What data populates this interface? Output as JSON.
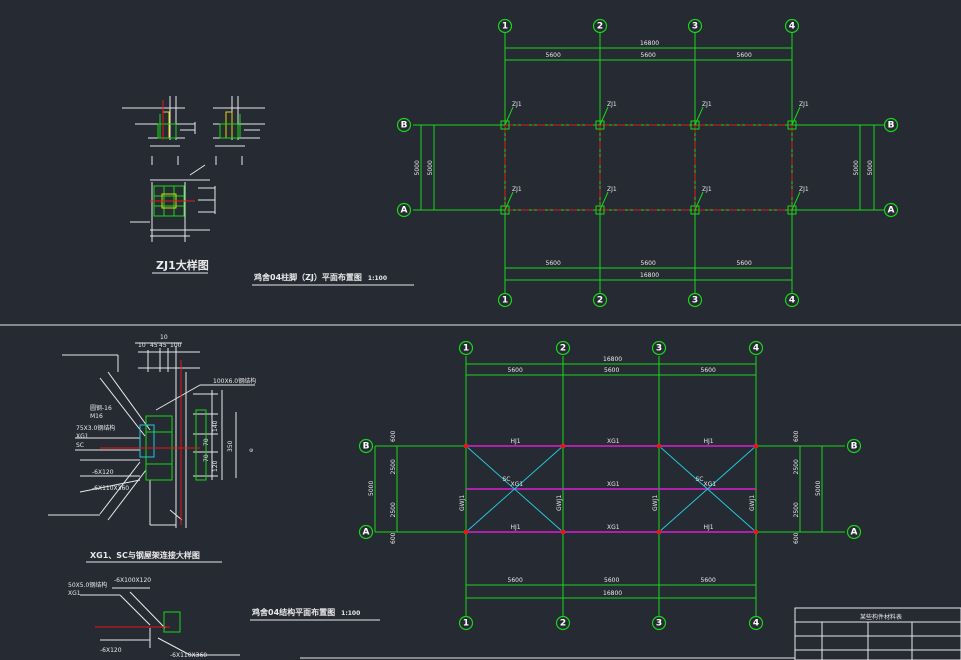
{
  "top_plan": {
    "title": "鸡舍04柱脚（ZJ）平面布置图",
    "scale": "1:100",
    "col_labels": [
      "1",
      "2",
      "3",
      "4"
    ],
    "row_labels": [
      "B",
      "A"
    ],
    "bay": "5600",
    "total": "16800",
    "depth": "5000",
    "footing_label": "ZJ1"
  },
  "zj_detail": {
    "title": "ZJ1大样图"
  },
  "bottom_plan": {
    "title": "鸡舍04结构平面布置图",
    "scale": "1:100",
    "col_labels": [
      "1",
      "2",
      "3",
      "4"
    ],
    "row_labels": [
      "B",
      "A"
    ],
    "bay": "5600",
    "total": "16800",
    "depth": "5000",
    "half_depth": "2500",
    "edge": "600",
    "beam_hj": "HJ1",
    "beam_xg": "XG1",
    "brace": "SC",
    "column": "GWJ1"
  },
  "connection_detail": {
    "title": "XG1、SC与钢屋架连接大样图",
    "dims_top": [
      "10",
      "45",
      "45",
      "100"
    ],
    "dim_top2": "10",
    "dims_side": [
      "140",
      "70",
      "70",
      "120"
    ],
    "dim_total": "350",
    "labels": {
      "plate": "100X6.0钢结构",
      "rod": "圆钢-16",
      "bolt": "M16",
      "angle": "75X3.0钢结构",
      "xg": "XG1",
      "sc": "SC",
      "p1": "-6X120",
      "p2": "-6X110X360",
      "e": "e"
    }
  },
  "small_detail": {
    "labels": {
      "a": "50X5.0钢结构",
      "b": "XG1",
      "c": "-6X100X120",
      "d": "-6X120",
      "e": "-6X110X360"
    }
  },
  "table": {
    "title": "某些构件材料表"
  }
}
